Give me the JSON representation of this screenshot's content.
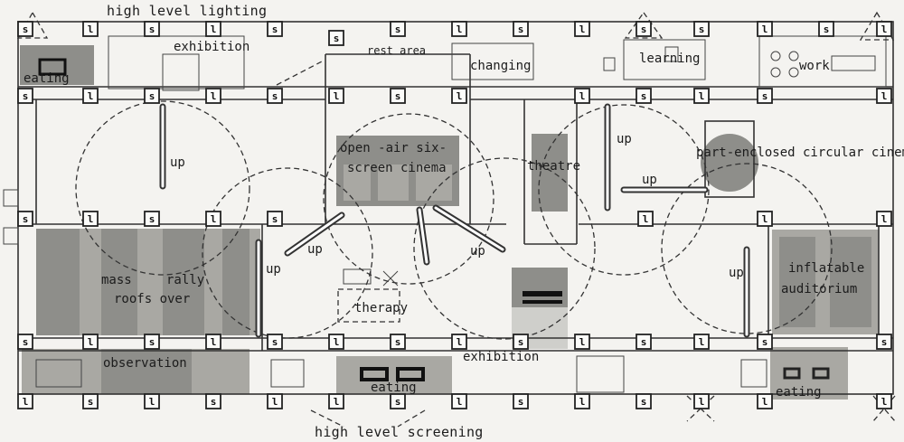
{
  "labels": {
    "top_title": "high level lighting",
    "bottom_title": "high level screening",
    "eating_nw": "eating",
    "exhibition_top": "exhibition",
    "rest_area": "rest area",
    "changing": "changing",
    "learning": "learning",
    "work": "work",
    "open_air_line1": "open -air six-",
    "open_air_line2": "screen cinema",
    "theatre": "theatre",
    "circular_cinema": "part-enclosed circular cinema",
    "mass": "mass",
    "rally": "rally",
    "roofs_over": "roofs over",
    "therapy": "therapy",
    "inflatable": "inflatable",
    "auditorium": "auditorium",
    "observation": "observation",
    "exhibition_bottom": "exhibition",
    "eating_bottom": "eating",
    "eating_se": "eating",
    "up": "up",
    "col_s": "s",
    "col_l": "l"
  }
}
